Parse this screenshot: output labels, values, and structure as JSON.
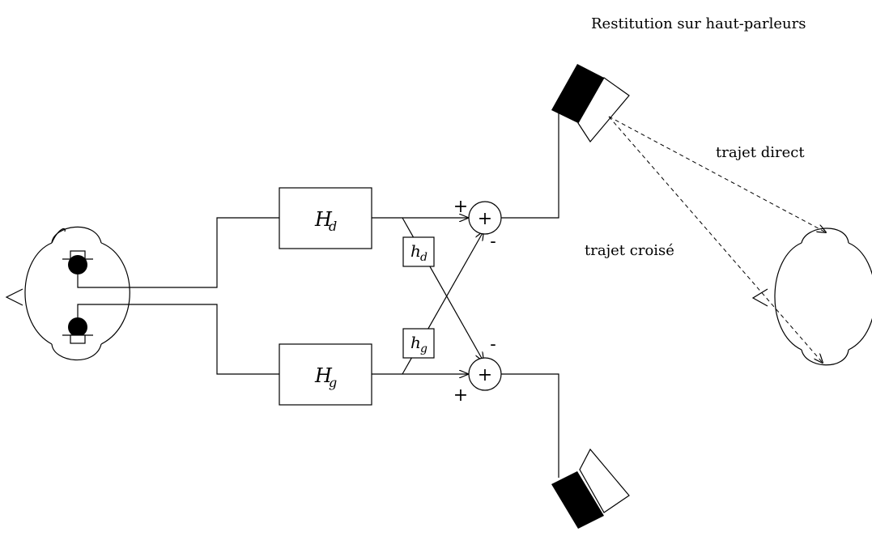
{
  "title": "Restitution sur haut-parleurs",
  "blocks": {
    "hd_main": {
      "symbol": "H",
      "subscript": "d"
    },
    "hg_main": {
      "symbol": "H",
      "subscript": "g"
    },
    "hd_cross": {
      "symbol": "h",
      "subscript": "d"
    },
    "hg_cross": {
      "symbol": "h",
      "subscript": "g"
    }
  },
  "summers": {
    "top": {
      "symbol": "+",
      "sign_direct": "+",
      "sign_cross": "-"
    },
    "bottom": {
      "symbol": "+",
      "sign_direct": "+",
      "sign_cross": "-"
    }
  },
  "paths": {
    "direct": "trajet direct",
    "crossed": "trajet croisé"
  }
}
